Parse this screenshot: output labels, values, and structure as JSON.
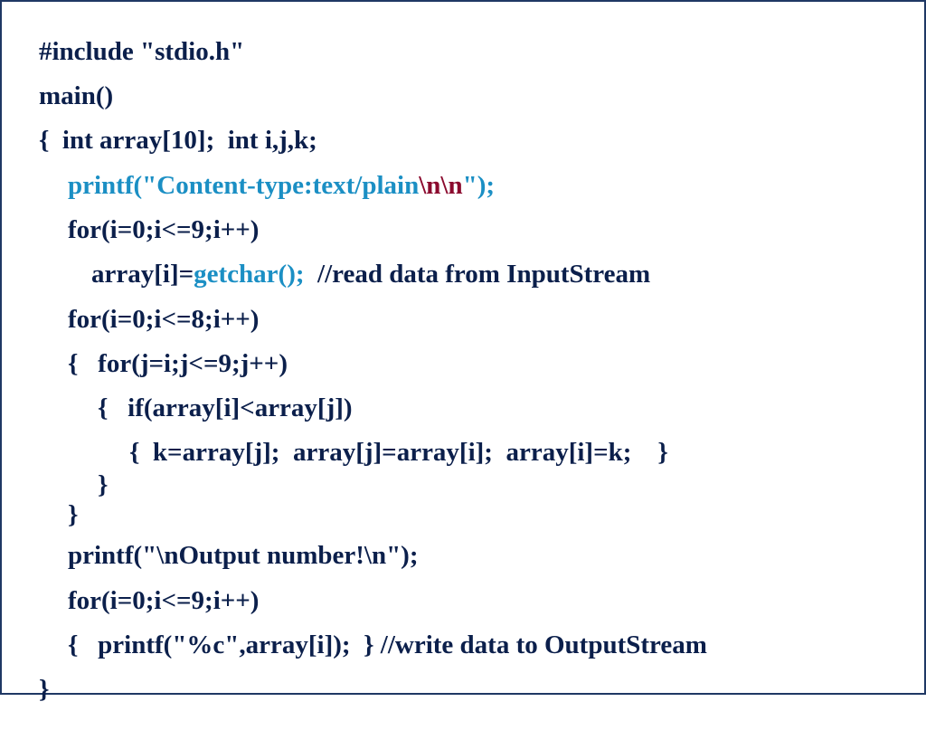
{
  "code": {
    "lines": [
      "#include \"stdio.h\"",
      "main()",
      "{  int array[10];  int i,j,k;",
      "printf(\"Content-type:text/plain\\n\\n\");",
      "for(i=0;i<=9;i++)",
      "array[i]=getchar();  //read data from InputStream",
      "for(i=0;i<=8;i++)",
      "{   for(j=i;j<=9;j++)",
      "{   if(array[i]<array[j])",
      "{  k=array[j];  array[j]=array[i];  array[i]=k;    }",
      "}",
      "}",
      "printf(\"\\nOutput number!\\n\");",
      "for(i=0;i<=9;i++)",
      "{   printf(\"%c\",array[i]);  } //write data to OutputStream",
      "}"
    ]
  },
  "colors": {
    "text": "#0b1f4b",
    "function_highlight": "#1b8fc4",
    "escape_highlight": "#8b0a2e",
    "frame_border": "#1f3864"
  }
}
